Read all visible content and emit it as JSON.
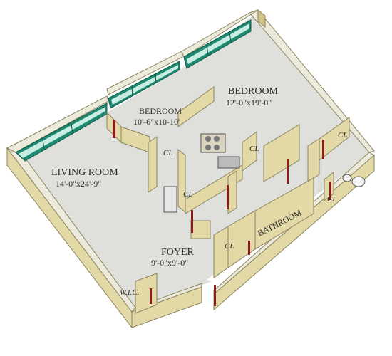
{
  "plan": {
    "colors": {
      "wall_top": "#eceadb",
      "wall_outer": "#e2d9a6",
      "wall_dark": "#cfc389",
      "wall_edge": "#8a845f",
      "floor": "#dfdfdb",
      "glass": "#1f8a72",
      "glass_light": "#c9ede3",
      "door": "#8a1c1c"
    },
    "rooms": [
      {
        "key": "living",
        "name": "LIVING ROOM",
        "size": "14'-0\"x24'-9\""
      },
      {
        "key": "bedroom_large",
        "name": "BEDROOM",
        "size": "12'-0\"x19'-0\""
      },
      {
        "key": "bedroom_small",
        "name": "BEDROOM",
        "size": "10'-6\"x10-10'"
      },
      {
        "key": "foyer",
        "name": "FOYER",
        "size": "9'-0\"x9'-0\""
      },
      {
        "key": "bathroom",
        "name": "BATHROOM"
      },
      {
        "key": "wic",
        "name": "W.I.C."
      }
    ],
    "closet_label": "CL"
  }
}
